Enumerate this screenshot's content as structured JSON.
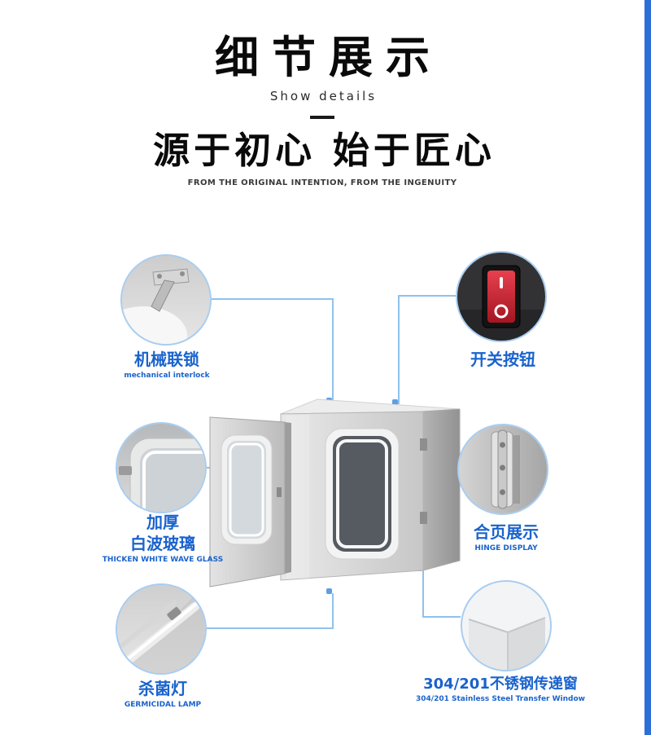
{
  "page": {
    "accent_color": "#1a63cc",
    "connector_line_color": "#8fc2ee",
    "circle_ring_color": "#a9cdf1",
    "right_bar_color": "#2d6fd9",
    "background_color": "#ffffff"
  },
  "header": {
    "title": "细节展示",
    "subtitle": "Show details",
    "slogan": "源于初心 始于匠心",
    "slogan_en": "FROM THE ORIGINAL INTENTION, FROM THE INGENUITY"
  },
  "callouts": [
    {
      "cn": "机械联锁",
      "en": "mechanical interlock"
    },
    {
      "cn": "开关按钮",
      "en": ""
    },
    {
      "cn": "加厚",
      "cn2": "白波玻璃",
      "en": "THICKEN WHITE WAVE GLASS"
    },
    {
      "cn": "合页展示",
      "en": "HINGE DISPLAY"
    },
    {
      "cn": "杀菌灯",
      "en": "GERMICIDAL LAMP"
    },
    {
      "cn": "304/201不锈钢传递窗",
      "en": "304/201 Stainless Steel Transfer Window"
    }
  ]
}
